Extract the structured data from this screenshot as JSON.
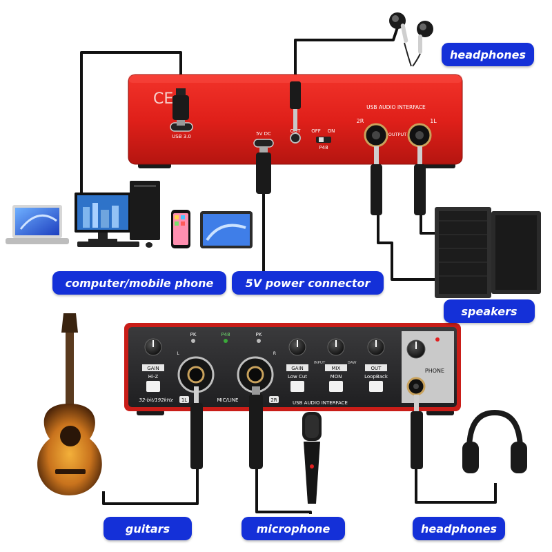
{
  "labels": {
    "headphones_top": "headphones",
    "computer": "computer/mobile phone",
    "power": "5V power connector",
    "speakers": "speakers",
    "guitars": "guitars",
    "microphone": "microphone",
    "headphones_bottom": "headphones"
  },
  "rear_panel": {
    "ce_mark": "CE",
    "usb_port": "USB 3.0",
    "dc_port": "5V DC",
    "out_port": "OUT",
    "switch_off": "OFF",
    "switch_on": "ON",
    "switch_label": "P48",
    "title": "USB AUDIO INTERFACE",
    "output_right": "2R",
    "output_left": "1L",
    "output_label": "OUTPUT"
  },
  "front_panel": {
    "pk_left": "PK",
    "p48": "P48",
    "pk_right": "PK",
    "knob_left_tag": "L",
    "knob_right_tag": "R",
    "gain_left": "GAIN",
    "hiz": "Hi-Z",
    "gain_mid": "GAIN",
    "lowcut": "Low Cut",
    "input": "INPUT",
    "daw": "DAW",
    "mix": "MIX",
    "mon": "MON",
    "out": "OUT",
    "loopback": "LoopBack",
    "phone": "PHONE",
    "spec": "32-bit/192kHz",
    "ch1": "1L",
    "micline": "MIC/LINE",
    "ch2": "2R",
    "title": "USB AUDIO INTERFACE"
  },
  "colors": {
    "label_bg": "#1430d8",
    "rear_red": "#e8241c",
    "front_dark": "#2a2a2c",
    "cable": "#111111"
  }
}
